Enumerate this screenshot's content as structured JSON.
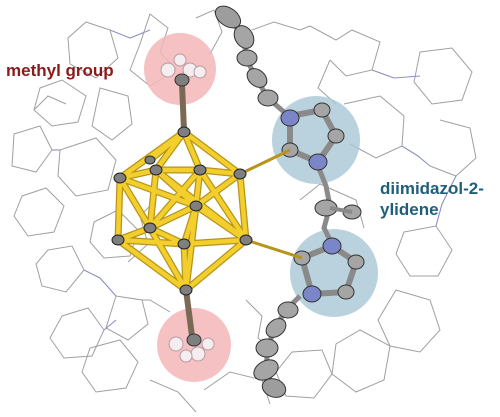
{
  "labels": {
    "methyl": "methyl group",
    "diimidazol_line1": "diimidazol-2-",
    "diimidazol_line2": "ylidene"
  },
  "colors": {
    "methyl_label": "#8b1a1a",
    "diimidazol_label": "#1f5f7a",
    "methyl_highlight": "#f4b6b8",
    "imidazole_highlight": "#a9c7d4",
    "cage_bond": "#f2cf2c",
    "cage_bond_edge": "#b8941a",
    "nitrogen": "#7b86c9",
    "carbon_ellipsoid": "#a7a7a7",
    "hydrogen": "#f5eef0",
    "background_wire": "#9a9a9a"
  }
}
